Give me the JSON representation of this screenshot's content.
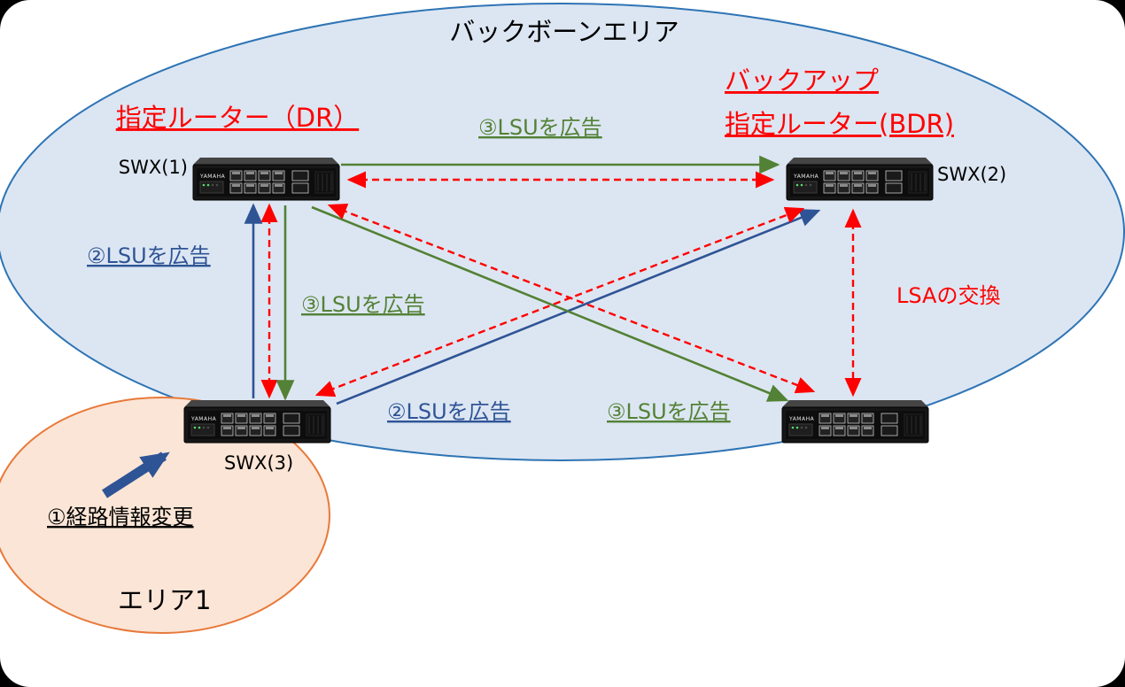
{
  "backbone": {
    "title": "バックボーンエリア"
  },
  "area1": {
    "label": "エリア1"
  },
  "device_brand": "YAMAHA",
  "nodes": {
    "swx1": {
      "name": "SWX(1)",
      "role": "指定ルーター（DR）"
    },
    "swx2": {
      "name": "SWX(2)",
      "role_line1": "バックアップ",
      "role_line2": "指定ルーター(BDR)"
    },
    "swx3": {
      "name": "SWX(3)"
    }
  },
  "annotations": {
    "top_lsu3": "③LSUを広告",
    "left_lsu2": "②LSUを広告",
    "mid_lsu3": "③LSUを広告",
    "bottom_lsu2": "②LSUを広告",
    "bottom_lsu3": "③LSUを広告",
    "lsa_exchange": "LSAの交換",
    "route_change": "①経路情報変更"
  },
  "colors": {
    "backbone_fill": "#dce6f2",
    "backbone_stroke": "#2e74b5",
    "area1_fill": "#fbe5d6",
    "area1_stroke": "#e8793a",
    "red": "#ff0000",
    "green": "#538135",
    "blue": "#2f5496",
    "black": "#000000"
  }
}
